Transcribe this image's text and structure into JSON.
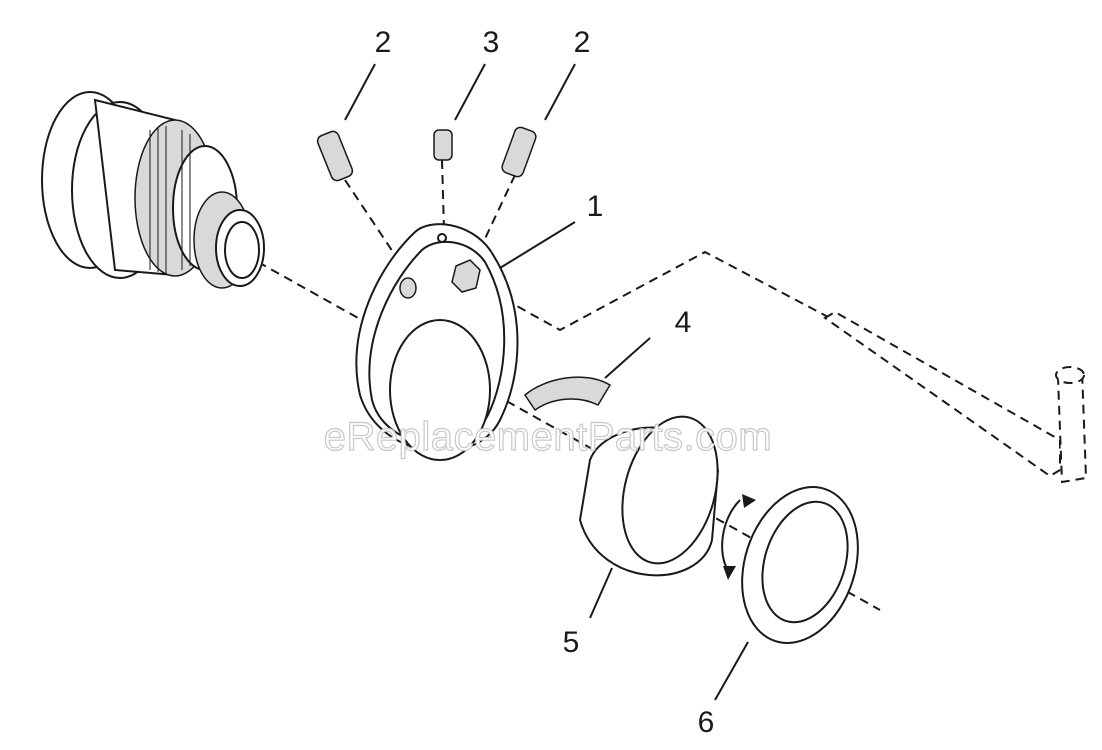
{
  "watermark": "eReplacementParts.com",
  "callouts": [
    {
      "id": "callout-2-left",
      "label": "2"
    },
    {
      "id": "callout-3",
      "label": "3"
    },
    {
      "id": "callout-2-right",
      "label": "2"
    },
    {
      "id": "callout-1",
      "label": "1"
    },
    {
      "id": "callout-4",
      "label": "4"
    },
    {
      "id": "callout-5",
      "label": "5"
    },
    {
      "id": "callout-6",
      "label": "6"
    }
  ],
  "parts": [
    {
      "name": "chuck-body"
    },
    {
      "name": "set-screw"
    },
    {
      "name": "cam-collar"
    },
    {
      "name": "shoe"
    },
    {
      "name": "sleeve"
    },
    {
      "name": "lock-nut"
    },
    {
      "name": "hex-key"
    }
  ]
}
